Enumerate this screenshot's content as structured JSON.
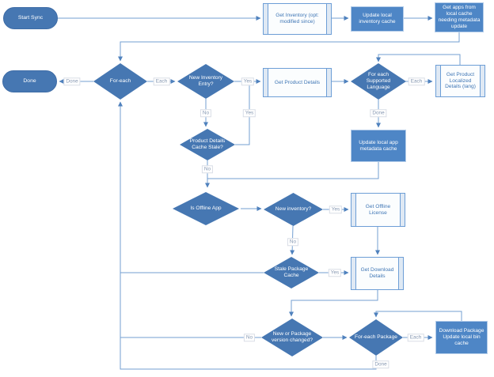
{
  "diagram": {
    "nodes": {
      "start": "Start Sync",
      "done": "Done",
      "get_inventory": "Get Inventory (opt: modified since)",
      "update_local_inventory_cache": "Update local inventory cache",
      "get_apps_needing_update": "Get apps from local cache needing metadata update",
      "foreach": "For-each",
      "new_inventory_entry": "New Inventory Entry?",
      "get_product_details": "Get Product Details",
      "foreach_supported_language": "For each Supported Language",
      "get_product_localized_details": "Get Product Localized Details (lang)",
      "product_details_cache_stale": "Product Details Cache Stale?",
      "update_local_app_metadata_cache": "Update local app metadata cache",
      "is_offline_app": "Is Offline App",
      "new_inventory": "New inventory?",
      "get_offline_license": "Get Offline License",
      "stale_package_cache": "Stale Package Cache",
      "get_download_details": "Get Download Details",
      "new_or_package_version_changed": "New or Package version changed?",
      "foreach_package": "For-each Package",
      "download_package": "Download Package Update local bin cache"
    },
    "edge_labels": {
      "foreach_done": "Done",
      "foreach_each": "Each",
      "new_entry_yes": "Yes",
      "new_entry_no": "No",
      "cache_stale_yes": "Yes",
      "cache_stale_no": "No",
      "language_each": "Each",
      "language_done": "Done",
      "new_inventory_yes": "Yes",
      "new_inventory_no": "No",
      "stale_package_yes": "Yes",
      "version_changed_no": "No",
      "package_each": "Each",
      "package_done": "Done"
    },
    "colors": {
      "shape_fill": "#4677b2",
      "process_fill": "#4e86c6",
      "process_border": "#b3cce9",
      "subprocess_border": "#6d9ed6",
      "subprocess_text": "#3f76b5",
      "connector": "#739fd2",
      "arrowhead": "#4f81bd",
      "edge_label_text": "#8496b0"
    }
  }
}
